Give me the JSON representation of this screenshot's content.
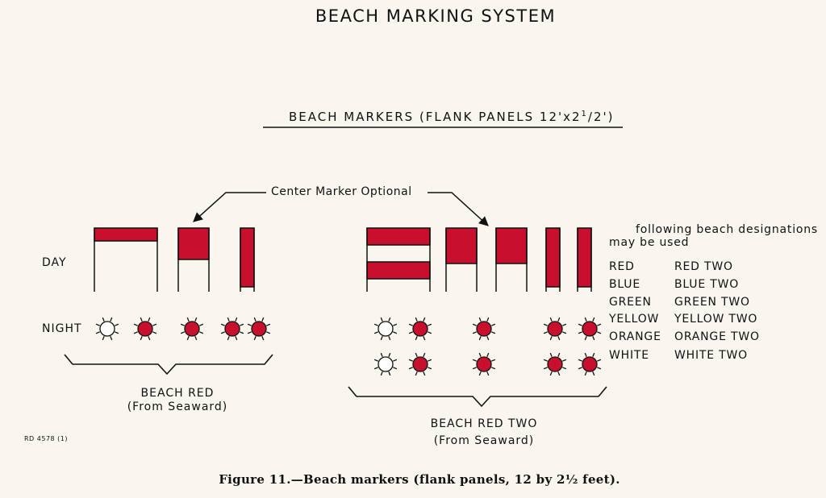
{
  "title": "BEACH MARKING SYSTEM",
  "subtitle_main": "BEACH MARKERS (FLANK PANELS 12'x2",
  "subtitle_sup": "1",
  "subtitle_end": "/2')",
  "callout": "Center  Marker  Optional",
  "labels": {
    "day": "DAY",
    "night": "NIGHT"
  },
  "groups": [
    {
      "name": "BEACH RED",
      "sub": "(From  Seaward)"
    },
    {
      "name": "BEACH RED TWO",
      "sub": "(From Seaward)"
    }
  ],
  "note_line1": "following beach designations",
  "note_line2": "may be used",
  "designations": [
    {
      "single": "RED",
      "double": "RED  TWO"
    },
    {
      "single": "BLUE",
      "double": "BLUE  TWO"
    },
    {
      "single": "GREEN",
      "double": "GREEN  TWO"
    },
    {
      "single": "YELLOW",
      "double": "YELLOW  TWO"
    },
    {
      "single": "ORANGE",
      "double": "ORANGE  TWO"
    },
    {
      "single": "WHITE",
      "double": "WHITE  TWO"
    }
  ],
  "ref": "RD 4578 (1)",
  "figure_caption": "Figure 11.—Beach markers (flank panels, 12 by 2½ feet).",
  "colors": {
    "panel_red": "#c8102e",
    "light_red": "#c8102e",
    "light_white": "#ffffff",
    "ink": "#111111",
    "paper": "#f8f6ee"
  }
}
